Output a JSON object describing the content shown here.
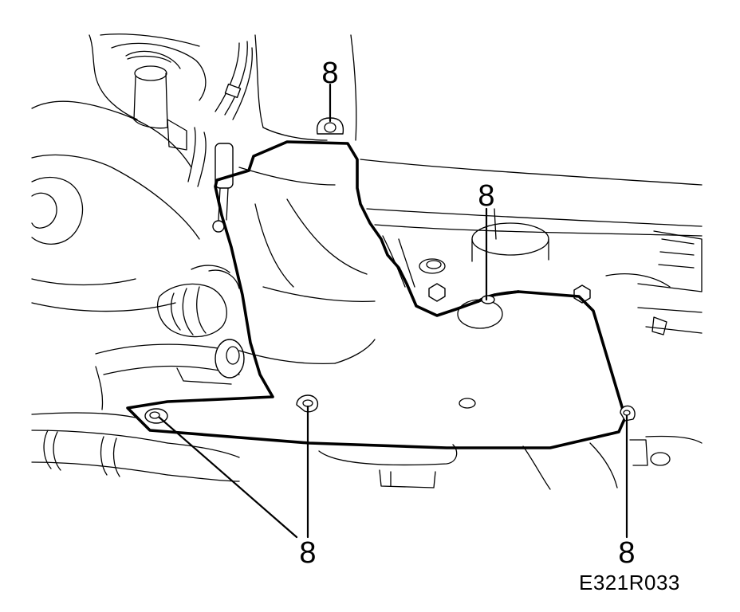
{
  "callouts": [
    {
      "label": "8"
    },
    {
      "label": "8"
    },
    {
      "label": "8"
    },
    {
      "label": "8"
    }
  ],
  "figure_id": "E321R033"
}
